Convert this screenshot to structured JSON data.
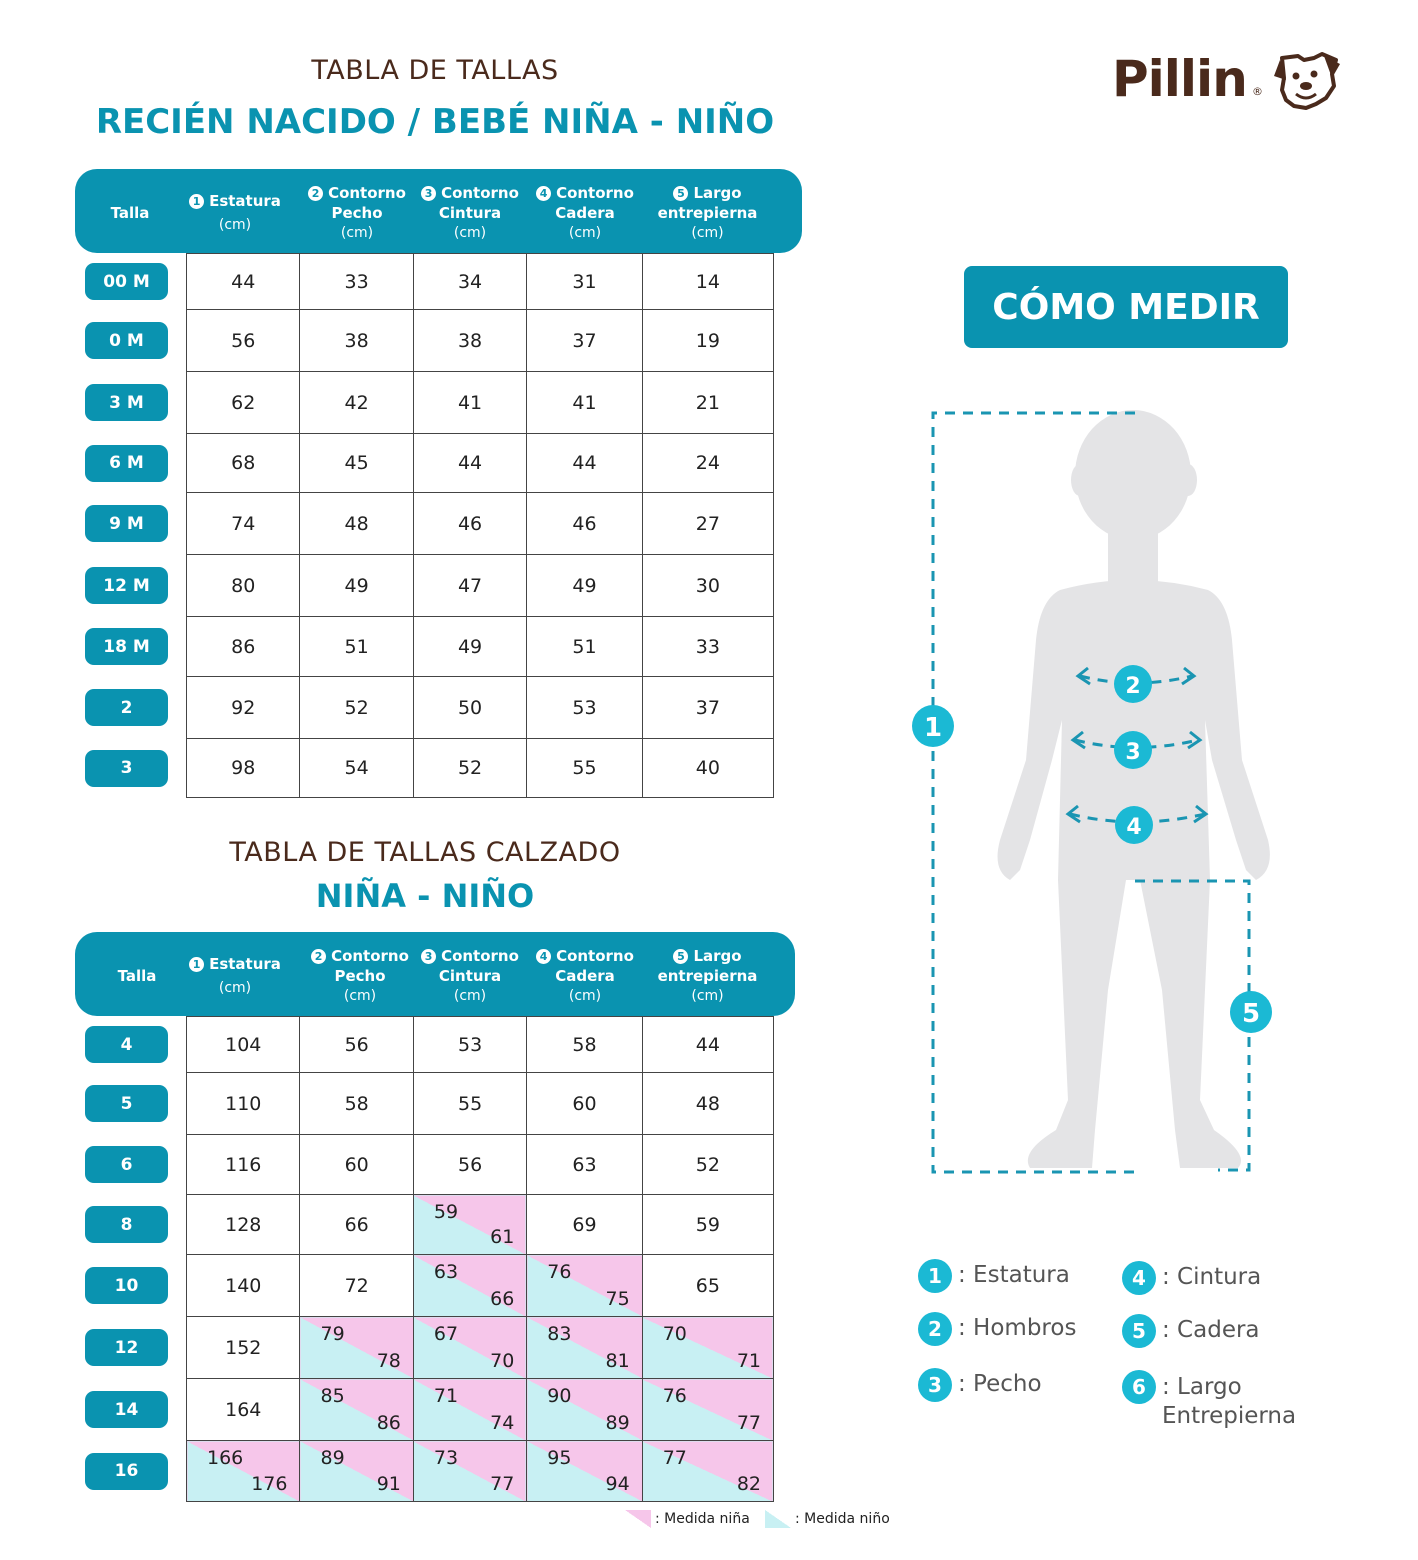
{
  "brand": {
    "name": "Pillin",
    "registered": "®"
  },
  "table1": {
    "pretitle": "TABLA DE TALLAS",
    "title": "RECIÉN NACIDO / BEBÉ NIÑA - NIÑO",
    "header": {
      "talla": "Talla",
      "cols": [
        {
          "num": "1",
          "label": "Estatura",
          "unit": "(cm)"
        },
        {
          "num": "2",
          "label": "Contorno Pecho",
          "unit": "(cm)"
        },
        {
          "num": "3",
          "label": "Contorno Cintura",
          "unit": "(cm)"
        },
        {
          "num": "4",
          "label": "Contorno Cadera",
          "unit": "(cm)"
        },
        {
          "num": "5",
          "label": "Largo entrepierna",
          "unit": "(cm)"
        }
      ]
    },
    "rows": [
      {
        "size": "00 M",
        "values": [
          "44",
          "33",
          "34",
          "31",
          "14"
        ]
      },
      {
        "size": "0 M",
        "values": [
          "56",
          "38",
          "38",
          "37",
          "19"
        ]
      },
      {
        "size": "3 M",
        "values": [
          "62",
          "42",
          "41",
          "41",
          "21"
        ]
      },
      {
        "size": "6 M",
        "values": [
          "68",
          "45",
          "44",
          "44",
          "24"
        ]
      },
      {
        "size": "9 M",
        "values": [
          "74",
          "48",
          "46",
          "46",
          "27"
        ]
      },
      {
        "size": "12 M",
        "values": [
          "80",
          "49",
          "47",
          "49",
          "30"
        ]
      },
      {
        "size": "18 M",
        "values": [
          "86",
          "51",
          "49",
          "51",
          "33"
        ]
      },
      {
        "size": "2",
        "values": [
          "92",
          "52",
          "50",
          "53",
          "37"
        ]
      },
      {
        "size": "3",
        "values": [
          "98",
          "54",
          "52",
          "55",
          "40"
        ]
      }
    ]
  },
  "table2": {
    "pretitle": "TABLA DE TALLAS CALZADO",
    "title": "NIÑA - NIÑO",
    "header": {
      "talla": "Talla",
      "cols": [
        {
          "num": "1",
          "label": "Estatura",
          "unit": "(cm)"
        },
        {
          "num": "2",
          "label": "Contorno Pecho",
          "unit": "(cm)"
        },
        {
          "num": "3",
          "label": "Contorno Cintura",
          "unit": "(cm)"
        },
        {
          "num": "4",
          "label": "Contorno Cadera",
          "unit": "(cm)"
        },
        {
          "num": "5",
          "label": "Largo entrepierna",
          "unit": "(cm)"
        }
      ]
    },
    "rows": [
      {
        "size": "4",
        "values": [
          "104",
          "56",
          "53",
          "58",
          "44"
        ]
      },
      {
        "size": "5",
        "values": [
          "110",
          "58",
          "55",
          "60",
          "48"
        ]
      },
      {
        "size": "6",
        "values": [
          "116",
          "60",
          "56",
          "63",
          "52"
        ]
      },
      {
        "size": "8",
        "values": [
          "128",
          "66",
          {
            "g": "59",
            "b": "61"
          },
          "69",
          "59"
        ]
      },
      {
        "size": "10",
        "values": [
          "140",
          "72",
          {
            "g": "63",
            "b": "66"
          },
          {
            "g": "76",
            "b": "75"
          },
          "65"
        ]
      },
      {
        "size": "12",
        "values": [
          "152",
          {
            "g": "79",
            "b": "78"
          },
          {
            "g": "67",
            "b": "70"
          },
          {
            "g": "83",
            "b": "81"
          },
          {
            "g": "70",
            "b": "71"
          }
        ]
      },
      {
        "size": "14",
        "values": [
          "164",
          {
            "g": "85",
            "b": "86"
          },
          {
            "g": "71",
            "b": "74"
          },
          {
            "g": "90",
            "b": "89"
          },
          {
            "g": "76",
            "b": "77"
          }
        ]
      },
      {
        "size": "16",
        "values": [
          {
            "g": "166",
            "b": "176"
          },
          {
            "g": "89",
            "b": "91"
          },
          {
            "g": "73",
            "b": "77"
          },
          {
            "g": "95",
            "b": "94"
          },
          {
            "g": "77",
            "b": "82"
          }
        ]
      }
    ],
    "legend": {
      "girl": ": Medida niña",
      "boy": ": Medida niño"
    }
  },
  "como_medir": {
    "button": "CÓMO MEDIR",
    "figure_markers": [
      "1",
      "2",
      "3",
      "4",
      "5"
    ],
    "legend": [
      {
        "num": "1",
        "label": ": Estatura"
      },
      {
        "num": "2",
        "label": ": Hombros"
      },
      {
        "num": "3",
        "label": ": Pecho"
      },
      {
        "num": "4",
        "label": ": Cintura"
      },
      {
        "num": "5",
        "label": ": Cadera"
      },
      {
        "num": "6",
        "label": ": Largo Entrepierna"
      }
    ]
  },
  "colors": {
    "accent": "#0a93b0",
    "marker": "#1bb9d4",
    "title_brown": "#4a2a1c",
    "girl": "#f6c6ea",
    "boy": "#c8f0f3"
  }
}
